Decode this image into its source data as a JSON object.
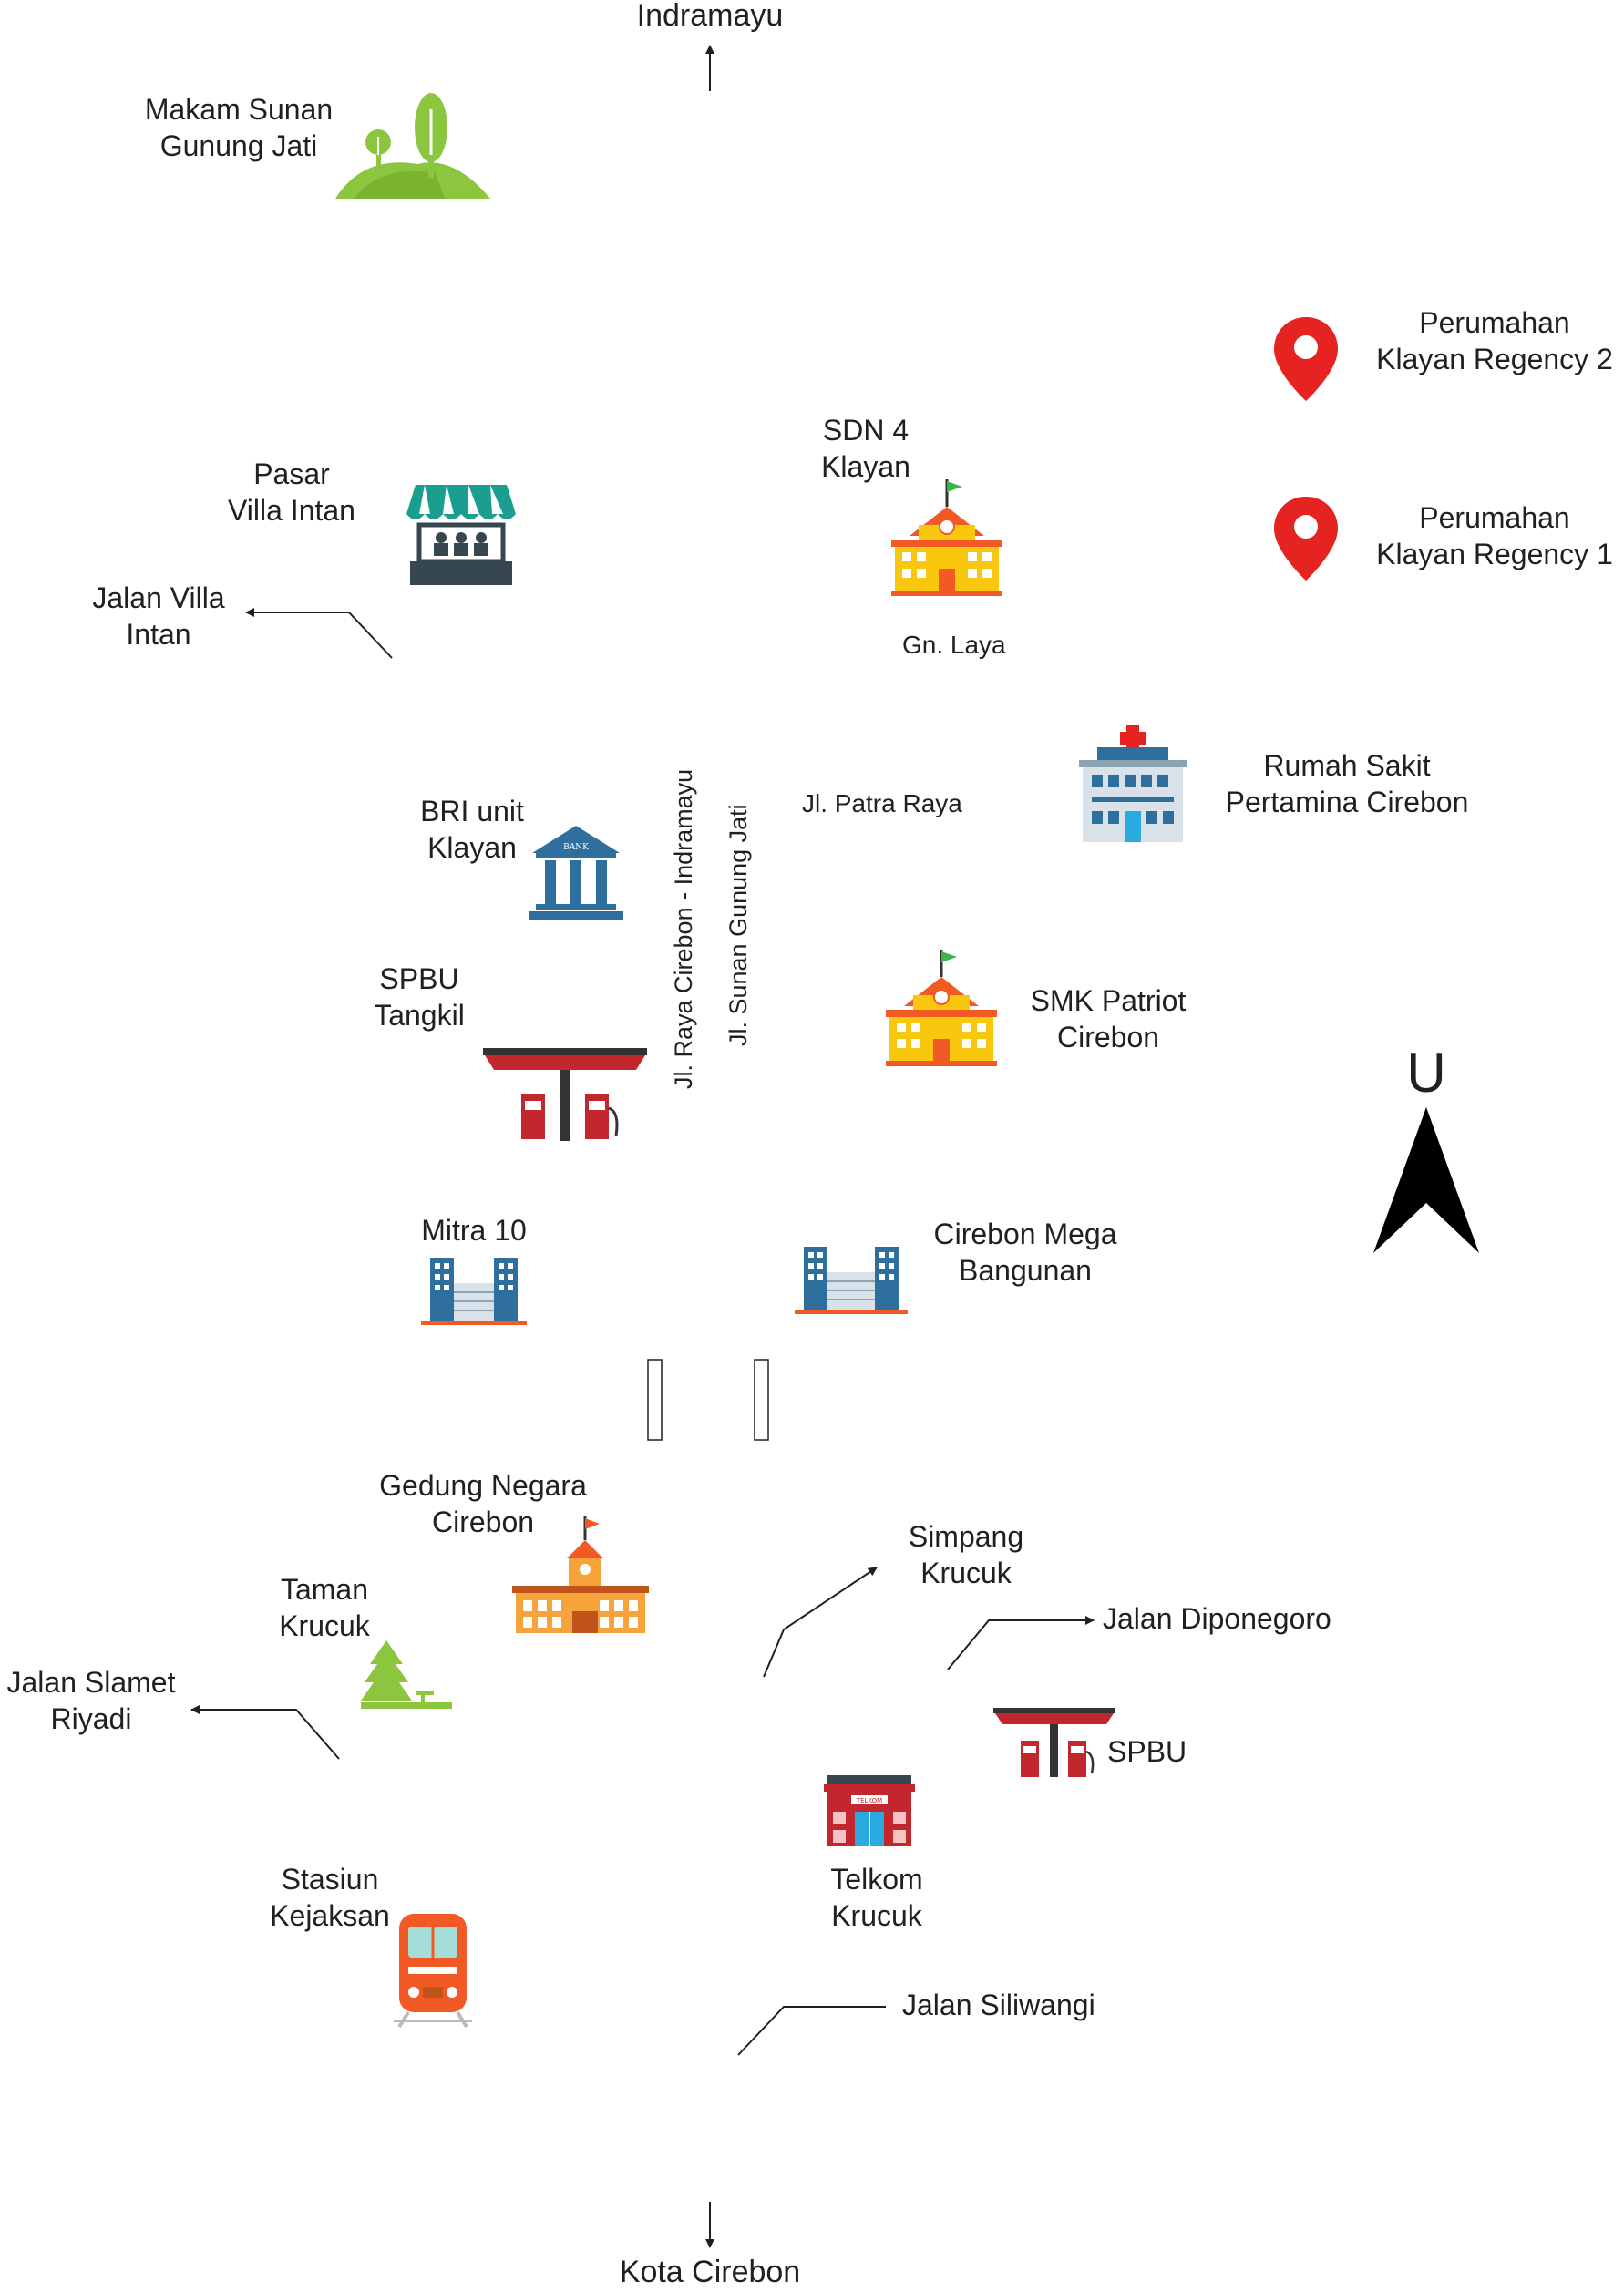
{
  "directions": {
    "north_city": "Indramayu",
    "south_city": "Kota Cirebon",
    "compass_letter": "U"
  },
  "roads": {
    "raya": "Jl. Raya Cirebon - Indramayu",
    "sunan": "Jl. Sunan Gunung Jati",
    "patra": "Jl. Patra Raya",
    "gn_laya": "Gn. Laya"
  },
  "places": {
    "makam": [
      "Makam Sunan",
      "Gunung Jati"
    ],
    "regency2": [
      "Perumahan",
      "Klayan Regency 2"
    ],
    "regency1": [
      "Perumahan",
      "Klayan Regency 1"
    ],
    "sdn4": [
      "SDN 4",
      "Klayan"
    ],
    "pasar": [
      "Pasar",
      "Villa Intan"
    ],
    "jalan_villa": [
      "Jalan Villa",
      "Intan"
    ],
    "rumah_sakit": [
      "Rumah Sakit",
      "Pertamina Cirebon"
    ],
    "bri": [
      "BRI unit",
      "Klayan"
    ],
    "spbu_tangkil": [
      "SPBU",
      "Tangkil"
    ],
    "smk": [
      "SMK Patriot",
      "Cirebon"
    ],
    "mitra10": [
      "Mitra 10"
    ],
    "mega_bangunan": [
      "Cirebon Mega",
      "Bangunan"
    ],
    "gedung_negara": [
      "Gedung Negara",
      "Cirebon"
    ],
    "simpang": [
      "Simpang",
      "Krucuk"
    ],
    "jalan_diponegoro": [
      "Jalan Diponegoro"
    ],
    "taman": [
      "Taman",
      "Krucuk"
    ],
    "jalan_slamet": [
      "Jalan Slamet",
      "Riyadi"
    ],
    "spbu": [
      "SPBU"
    ],
    "telkom": [
      "Telkom",
      "Krucuk"
    ],
    "stasiun": [
      "Stasiun",
      "Kejaksan"
    ],
    "jalan_siliwangi": [
      "Jalan Siliwangi"
    ]
  },
  "icon_text": {
    "bank_sign": "BANK",
    "telkom_sign": "TELKOM"
  },
  "colors": {
    "pin": "#e52421",
    "tree_green": "#8cc63f",
    "school_yellow": "#f9c80e",
    "roof_orange": "#f15a24",
    "fuel_red": "#c1272d",
    "building_blue": "#2e6f9e",
    "text": "#231f20"
  }
}
